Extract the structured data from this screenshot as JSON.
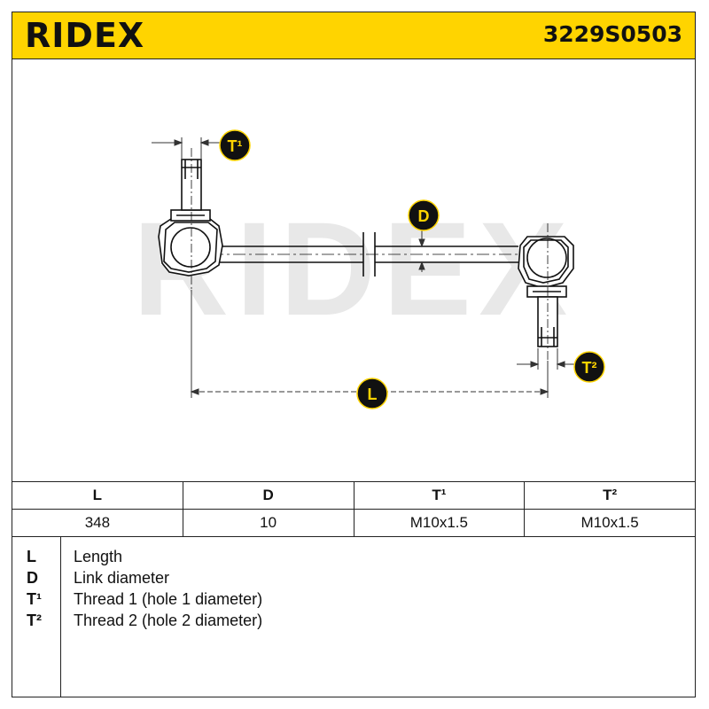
{
  "header": {
    "brand": "RIDEX",
    "part_number": "3229S0503",
    "colors": {
      "header_bg": "#ffd400",
      "ink": "#111111",
      "watermark": "#e6e6e6"
    }
  },
  "drawing": {
    "watermark_text": "RIDEX",
    "callouts": {
      "t1": "T¹",
      "d": "D",
      "t2": "T²",
      "l": "L"
    }
  },
  "spec_table": {
    "headers": [
      "L",
      "D",
      "T¹",
      "T²"
    ],
    "values": [
      "348",
      "10",
      "M10x1.5",
      "M10x1.5"
    ]
  },
  "legend": [
    {
      "key": "L",
      "desc": "Length"
    },
    {
      "key": "D",
      "desc": "Link diameter"
    },
    {
      "key": "T¹",
      "desc": "Thread 1 (hole 1 diameter)"
    },
    {
      "key": "T²",
      "desc": "Thread 2 (hole 2 diameter)"
    }
  ]
}
